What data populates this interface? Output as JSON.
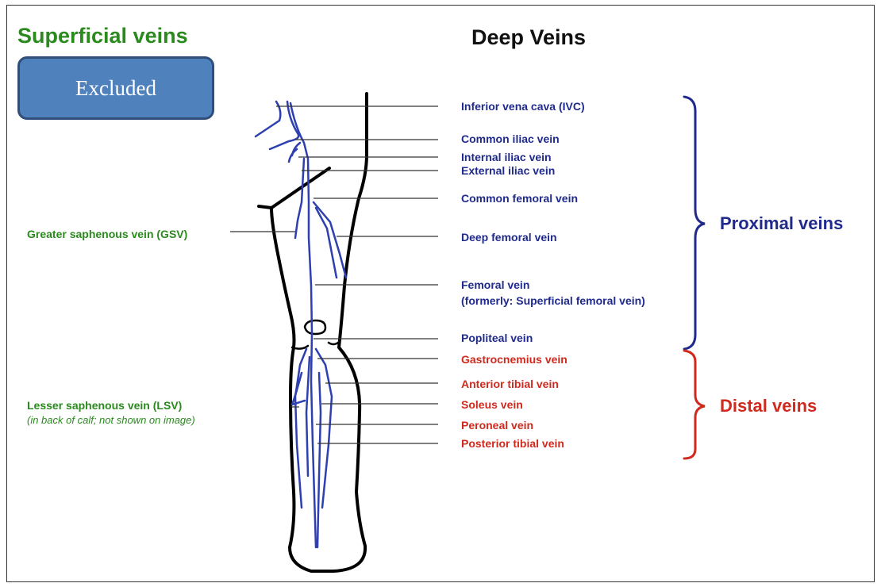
{
  "headers": {
    "superficial": "Superficial veins",
    "deep": "Deep Veins"
  },
  "overlay": {
    "excluded": "Excluded"
  },
  "superficial_labels": {
    "gsv": "Greater saphenous vein (GSV)",
    "lsv": "Lesser saphenous vein (LSV)",
    "lsv_note": "(in back of calf; not shown on image)"
  },
  "deep_labels": {
    "ivc": "Inferior vena cava (IVC)",
    "common_iliac": "Common iliac vein",
    "internal_iliac": "Internal iliac vein",
    "external_iliac": "External iliac vein",
    "common_femoral": "Common femoral vein",
    "deep_femoral": "Deep femoral vein",
    "femoral": "Femoral vein",
    "femoral_formerly": "(formerly: Superficial femoral vein)",
    "popliteal": "Popliteal vein"
  },
  "distal_labels": {
    "gastrocnemius": "Gastrocnemius vein",
    "anterior_tibial": "Anterior tibial vein",
    "soleus": "Soleus vein",
    "peroneal": "Peroneal vein",
    "posterior_tibial": "Posterior tibial vein"
  },
  "groups": {
    "proximal": "Proximal veins",
    "distal": "Distal veins"
  },
  "colors": {
    "green": "#2a8a1e",
    "deep_blue": "#1f2a8c",
    "distal_red": "#d02a1e",
    "vein_blue": "#2e3fb0",
    "overlay_blue": "#4f81bd"
  }
}
